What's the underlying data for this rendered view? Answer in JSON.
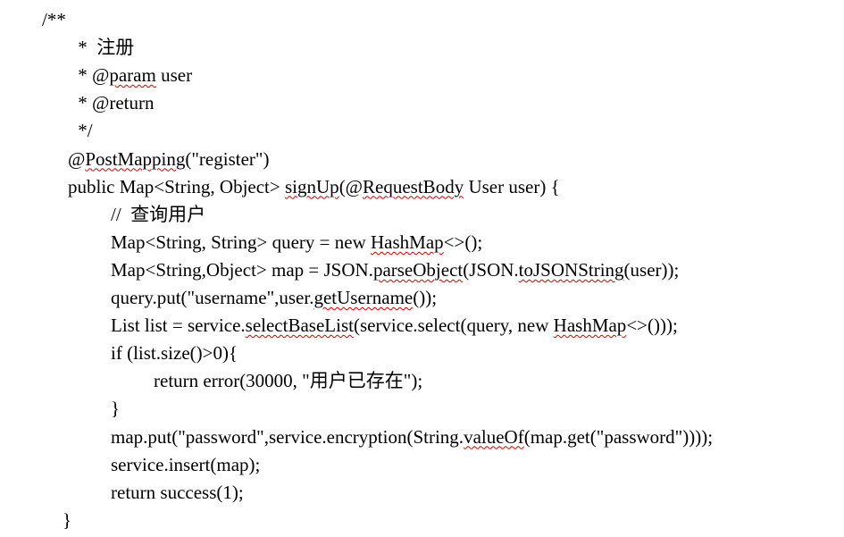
{
  "code_lines": [
    {
      "indent": 0,
      "segments": [
        {
          "text": "/**"
        }
      ]
    },
    {
      "indent": 1,
      "segments": [
        {
          "text": " *  注册"
        }
      ]
    },
    {
      "indent": 1,
      "segments": [
        {
          "text": " * @"
        },
        {
          "text": "param",
          "squiggle": true
        },
        {
          "text": " user"
        }
      ]
    },
    {
      "indent": 1,
      "segments": [
        {
          "text": " * @return"
        }
      ]
    },
    {
      "indent": 1,
      "segments": [
        {
          "text": " */"
        }
      ]
    },
    {
      "indent": 2,
      "segments": [
        {
          "text": "@"
        },
        {
          "text": "PostMapping",
          "squiggle": true
        },
        {
          "text": "(\"register\")"
        }
      ]
    },
    {
      "indent": 2,
      "segments": [
        {
          "text": "public Map<String, Object> "
        },
        {
          "text": "signUp",
          "squiggle": true
        },
        {
          "text": "(@"
        },
        {
          "text": "RequestBody",
          "squiggle": true
        },
        {
          "text": " User user) {"
        }
      ]
    },
    {
      "indent": 3,
      "segments": [
        {
          "text": "//  查询用户"
        }
      ]
    },
    {
      "indent": 3,
      "segments": [
        {
          "text": "Map<String, String> query = new "
        },
        {
          "text": "HashMap",
          "squiggle": true
        },
        {
          "text": "<>();"
        }
      ]
    },
    {
      "indent": 3,
      "segments": [
        {
          "text": "Map<String,Object> map = JSON."
        },
        {
          "text": "parseObject",
          "squiggle": true
        },
        {
          "text": "(JSON."
        },
        {
          "text": "toJSONString",
          "squiggle": true
        },
        {
          "text": "(user));"
        }
      ]
    },
    {
      "indent": 3,
      "segments": [
        {
          "text": "query.put(\"username\",user."
        },
        {
          "text": "getUsername",
          "squiggle": true
        },
        {
          "text": "());"
        }
      ]
    },
    {
      "indent": 3,
      "segments": [
        {
          "text": "List list = service."
        },
        {
          "text": "selectBaseList",
          "squiggle": true
        },
        {
          "text": "(service.select(query, new "
        },
        {
          "text": "HashMap",
          "squiggle": true
        },
        {
          "text": "<>()));"
        }
      ]
    },
    {
      "indent": 3,
      "segments": [
        {
          "text": "if (list.size()>0){"
        }
      ]
    },
    {
      "indent": 4,
      "segments": [
        {
          "text": "return error(30000, \"用户已存在\");"
        }
      ]
    },
    {
      "indent": 3,
      "segments": [
        {
          "text": "}"
        }
      ]
    },
    {
      "indent": 3,
      "segments": [
        {
          "text": "map.put(\"password\",service.encryption(String."
        },
        {
          "text": "valueOf",
          "squiggle": true
        },
        {
          "text": "(map.get(\"password\"))));"
        }
      ]
    },
    {
      "indent": 3,
      "segments": [
        {
          "text": "service.insert(map);"
        }
      ]
    },
    {
      "indent": 3,
      "segments": [
        {
          "text": "return success(1);"
        }
      ]
    },
    {
      "indent": 5,
      "segments": [
        {
          "text": "}"
        }
      ]
    }
  ],
  "colors": {
    "text": "#000000",
    "spellcheck_underline": "#d00000"
  }
}
